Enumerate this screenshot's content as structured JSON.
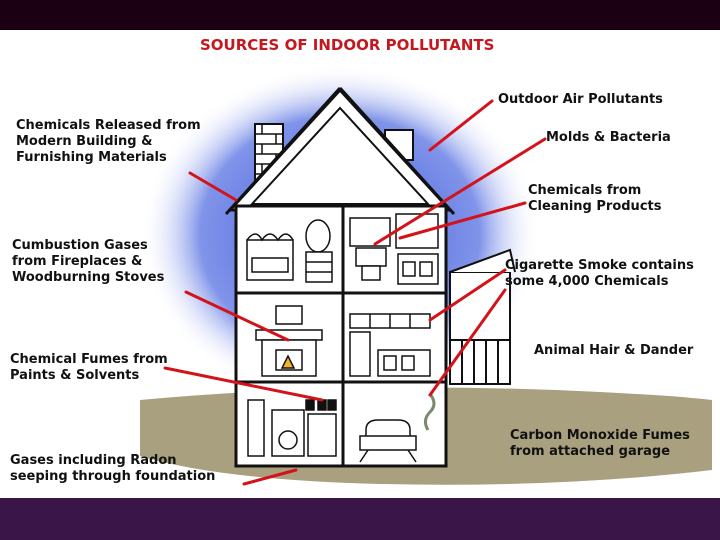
{
  "title": "SOURCES OF INDOOR POLLUTANTS",
  "labels": {
    "outdoor": "Outdoor Air Pollutants",
    "molds": "Molds & Bacteria",
    "cleaning": "Chemicals from\nCleaning Products",
    "cigarette": "Cigarette Smoke contains\nsome 4,000 Chemicals",
    "animal": "Animal Hair & Dander",
    "carbon": "Carbon Monoxide Fumes\nfrom attached garage",
    "building": "Chemicals Released from\nModern Building &\nFurnishing Materials",
    "combustion": "Cumbustion Gases\nfrom Fireplaces &\nWoodburning Stoves",
    "fumes": "Chemical Fumes from\nPaints & Solvents",
    "radon": "Gases including Radon\nseeping through foundation"
  },
  "colors": {
    "pointer": "#d3121a",
    "sky": "#2e4bd6",
    "ground": "#a9a07f",
    "title": "#c4181e",
    "frame_top": "#1a0012",
    "frame_bottom": "#3a1548"
  }
}
